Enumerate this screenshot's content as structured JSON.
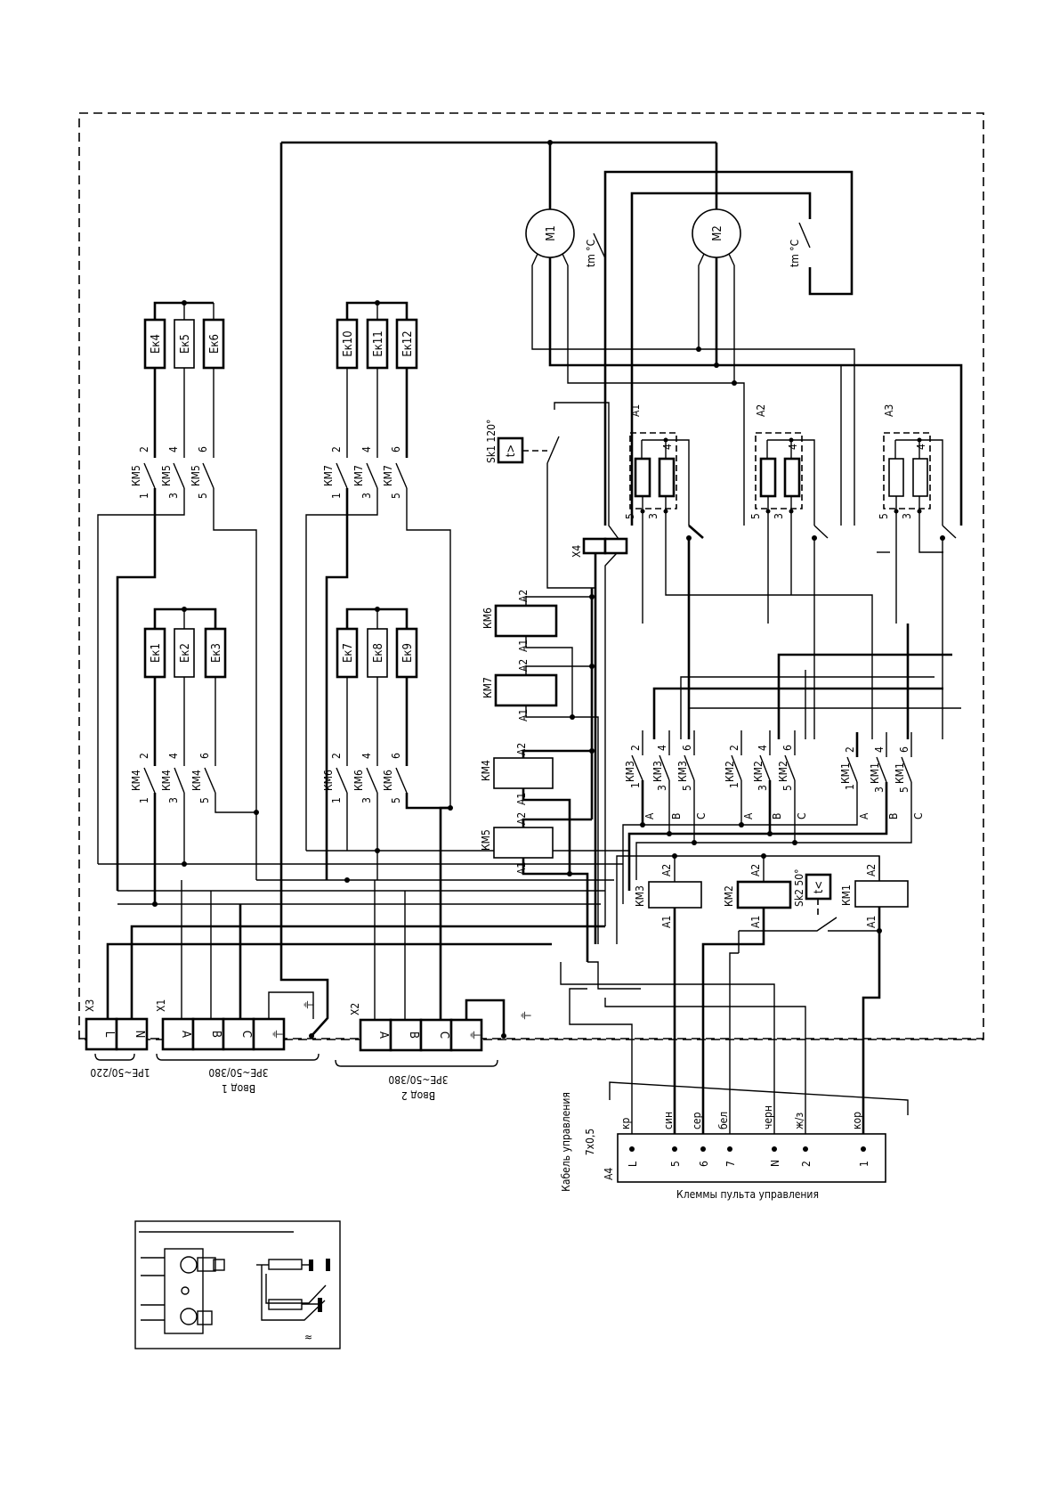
{
  "inputs": {
    "x3": {
      "designator": "X3",
      "terminals": [
        "L",
        "N"
      ],
      "rating": "1PE~50/220"
    },
    "x1": {
      "designator": "X1",
      "terminals": [
        "A",
        "B",
        "C",
        "⏚"
      ],
      "rating": "3PE~50/380",
      "name": "Ввод 1"
    },
    "x2": {
      "designator": "X2",
      "terminals": [
        "A",
        "B",
        "C",
        "⏚"
      ],
      "rating": "3PE~50/380",
      "name": "Ввод 2"
    }
  },
  "heater_groups": [
    {
      "heaters": [
        "Ек4",
        "Ек5",
        "Ек6"
      ],
      "contactor": "КМ5"
    },
    {
      "heaters": [
        "Ек10",
        "Ек11",
        "Ек12"
      ],
      "contactor": "КМ7"
    },
    {
      "heaters": [
        "Ек1",
        "Ек2",
        "Ек3"
      ],
      "contactor": "КМ4"
    },
    {
      "heaters": [
        "Ек7",
        "Ек8",
        "Ек9"
      ],
      "contactor": "КМ6"
    }
  ],
  "contact_pins": {
    "in": [
      "1",
      "3",
      "5"
    ],
    "out": [
      "2",
      "4",
      "6"
    ]
  },
  "motors": [
    {
      "name": "M1",
      "thermo_label": "tm °C"
    },
    {
      "name": "M2",
      "thermo_label": "tm °C"
    }
  ],
  "thermostats": {
    "sk1": {
      "label": "Sk1 120°",
      "symbol": "t>"
    },
    "sk2": {
      "label": "Sk2 50°",
      "symbol": "t<"
    }
  },
  "terminal_x4": {
    "designator": "X4"
  },
  "heater_blocks": [
    {
      "name": "A1",
      "pins": [
        "4",
        "5",
        "3"
      ]
    },
    {
      "name": "A2",
      "pins": [
        "4",
        "5",
        "3"
      ]
    },
    {
      "name": "A3",
      "pins": [
        "4",
        "5",
        "3"
      ]
    }
  ],
  "coils_left": [
    {
      "name": "КМ6",
      "a1": "A1",
      "a2": "A2"
    },
    {
      "name": "КМ7",
      "a1": "A1",
      "a2": "A2"
    },
    {
      "name": "КМ4",
      "a1": "A1",
      "a2": "A2"
    },
    {
      "name": "КМ5",
      "a1": "A1",
      "a2": "A2"
    }
  ],
  "fan_contactors": [
    {
      "name": "КМ3",
      "phases": [
        "A",
        "B",
        "C"
      ]
    },
    {
      "name": "КМ2",
      "phases": [
        "A",
        "B",
        "C"
      ]
    },
    {
      "name": "КМ1",
      "phases": [
        "A",
        "B",
        "C"
      ]
    }
  ],
  "coils_bottom": [
    {
      "name": "КМ3",
      "a1": "A1",
      "a2": "A2"
    },
    {
      "name": "КМ2",
      "a1": "A1",
      "a2": "A2"
    },
    {
      "name": "КМ1",
      "a1": "A1",
      "a2": "A2"
    }
  ],
  "cable": {
    "title": "Кабель управления",
    "spec": "7х0,5",
    "wires": [
      "кр",
      "син",
      "сер",
      "бел",
      "черн",
      "ж/з",
      "кор"
    ]
  },
  "control_panel": {
    "designator": "A4",
    "title": "Клеммы пульта управления",
    "terminals": [
      "L",
      "5",
      "6",
      "7",
      "N",
      "2",
      "1"
    ]
  },
  "inset": {
    "mark": "≈"
  }
}
